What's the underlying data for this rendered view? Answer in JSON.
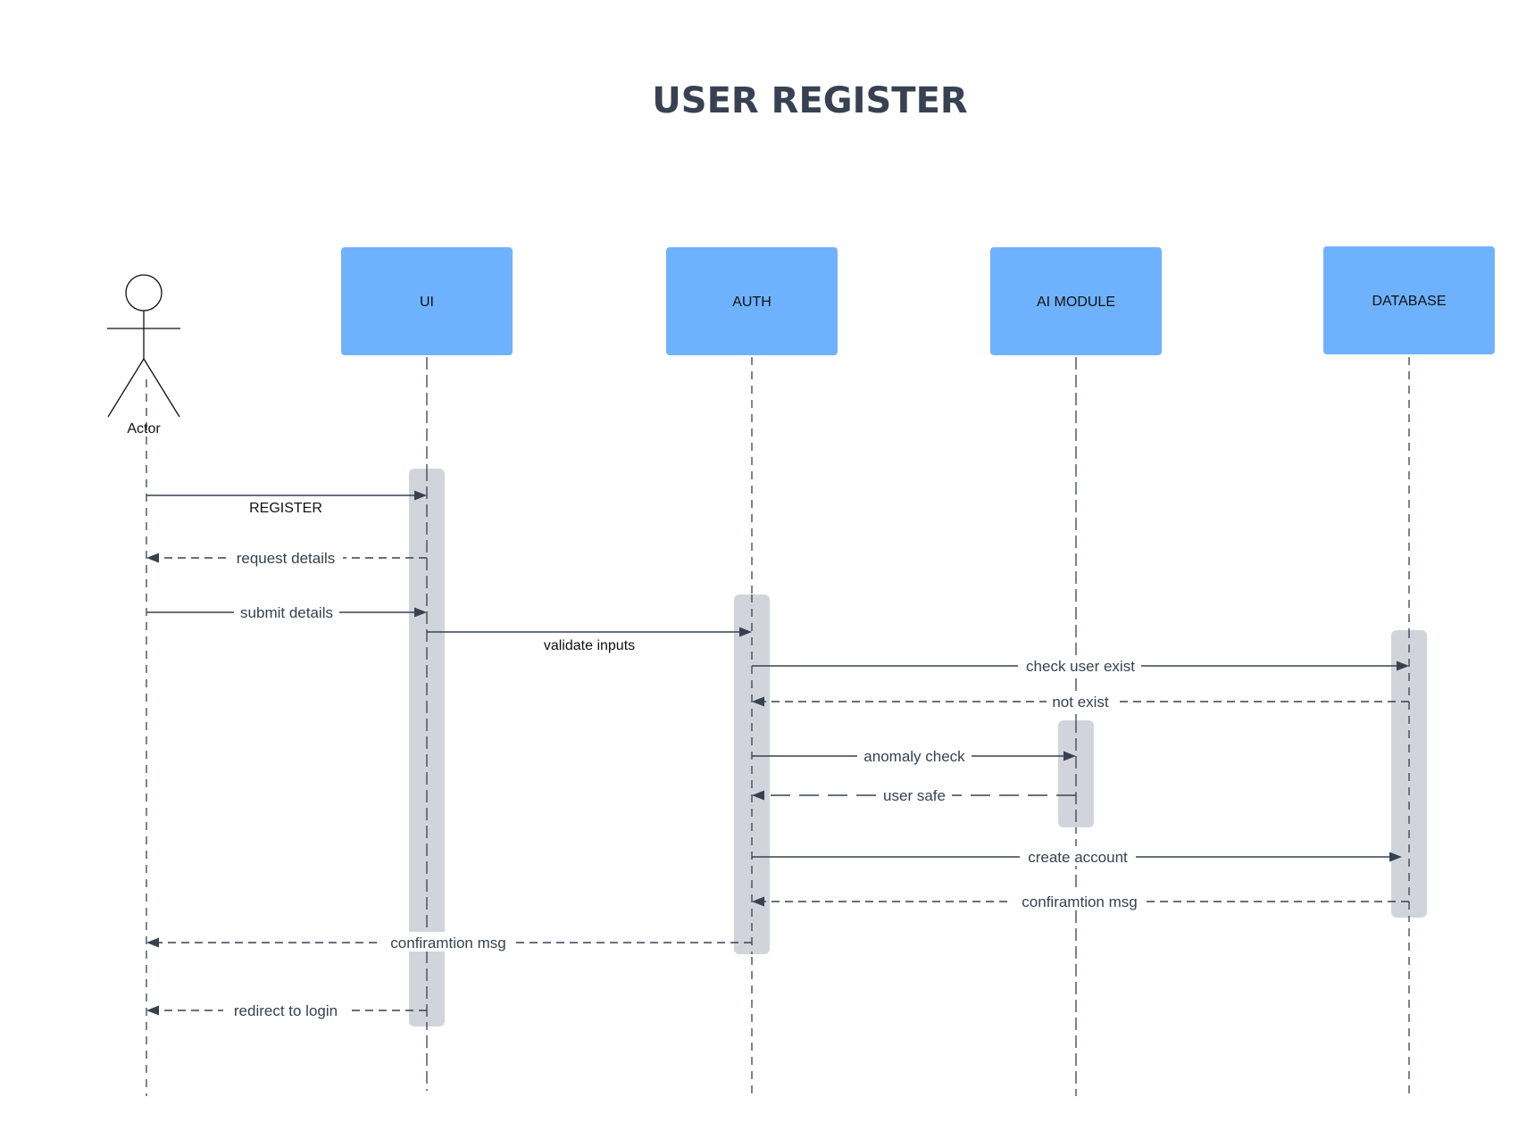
{
  "title": "USER REGISTER",
  "actor": {
    "label": "Actor"
  },
  "participants": [
    {
      "id": "ui",
      "label": "UI"
    },
    {
      "id": "auth",
      "label": "AUTH"
    },
    {
      "id": "ai",
      "label": "AI MODULE"
    },
    {
      "id": "db",
      "label": "DATABASE"
    }
  ],
  "messages": [
    {
      "label": "REGISTER",
      "from": "actor",
      "to": "ui",
      "style": "solid"
    },
    {
      "label": "request details",
      "from": "ui",
      "to": "actor",
      "style": "dashed"
    },
    {
      "label": "submit details",
      "from": "actor",
      "to": "ui",
      "style": "solid"
    },
    {
      "label": "validate inputs",
      "from": "ui",
      "to": "auth",
      "style": "solid"
    },
    {
      "label": "check user exist",
      "from": "auth",
      "to": "db",
      "style": "solid"
    },
    {
      "label": "not exist",
      "from": "db",
      "to": "auth",
      "style": "dashed"
    },
    {
      "label": "anomaly check",
      "from": "auth",
      "to": "ai",
      "style": "solid"
    },
    {
      "label": "user safe",
      "from": "ai",
      "to": "auth",
      "style": "dashed"
    },
    {
      "label": "create account",
      "from": "auth",
      "to": "db",
      "style": "solid"
    },
    {
      "label": "confiramtion msg",
      "from": "db",
      "to": "auth",
      "style": "dashed"
    },
    {
      "label": "confiramtion msg",
      "from": "auth",
      "to": "actor",
      "style": "dashed"
    },
    {
      "label": "redirect to login",
      "from": "ui",
      "to": "actor",
      "style": "dashed"
    }
  ],
  "colors": {
    "participant_box": "#6eb2fd",
    "activation": "#d1d5db",
    "line": "#374151",
    "title": "#374151"
  }
}
